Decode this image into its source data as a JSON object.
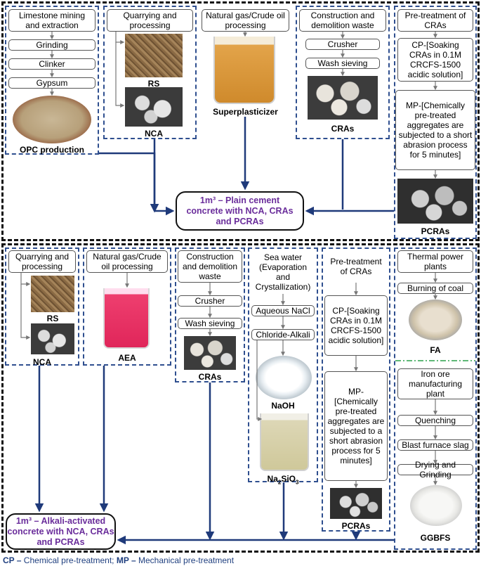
{
  "top": {
    "opc": {
      "steps": [
        "Limestone mining and extraction",
        "Grinding",
        "Clinker",
        "Gypsum"
      ],
      "label": "OPC production"
    },
    "aggregates": {
      "step": "Quarrying and processing",
      "rs": "RS",
      "nca": "NCA"
    },
    "sp": {
      "step": "Natural gas/Crude oil processing",
      "label": "Superplasticizer"
    },
    "cras": {
      "steps": [
        "Construction and demolition waste",
        "Crusher",
        "Wash sieving"
      ],
      "label": "CRAs"
    },
    "pcras": {
      "steps": [
        "Pre-treatment of CRAs",
        "CP-[Soaking CRAs in 0.1M CRCFS-1500 acidic solution]",
        "MP-[Chemically pre-treated aggregates are subjected to a short abrasion process for 5 minutes]"
      ],
      "label": "PCRAs"
    },
    "target_line1": "1m³ – Plain cement",
    "target_line2": "concrete with NCA, CRAs",
    "target_line3": "and PCRAs"
  },
  "bottom": {
    "aggregates": {
      "step": "Quarrying and processing",
      "rs": "RS",
      "nca": "NCA"
    },
    "aea": {
      "step": "Natural gas/Crude oil processing",
      "label": "AEA"
    },
    "cras": {
      "steps": [
        "Construction and demolition waste",
        "Crusher",
        "Wash sieving"
      ],
      "label": "CRAs"
    },
    "alkali": {
      "steps": [
        "Sea water (Evaporation and Crystallization)",
        "Aqueous NaCl",
        "Chloride-Alkali"
      ],
      "naoh": "NaOH",
      "nasio_main": "Na",
      "nasio_sub1": "2",
      "nasio_mid": "SiO",
      "nasio_sub2": "3"
    },
    "pcras": {
      "steps": [
        "Pre-treatment of CRAs",
        "CP-[Soaking CRAs in 0.1M CRCFS-1500 acidic solution]",
        "MP-[Chemically pre-treated aggregates are subjected to a short abrasion process for 5 minutes]"
      ],
      "label": "PCRAs"
    },
    "fa": {
      "steps": [
        "Thermal power plants",
        "Burning of coal"
      ],
      "label": "FA"
    },
    "ggbfs": {
      "steps": [
        "Iron ore manufacturing plant",
        "Quenching",
        "Blast furnace slag",
        "Drying and Grinding"
      ],
      "label": "GGBFS"
    },
    "target_line1": "1m³ – Alkali-activated",
    "target_line2": "concrete with NCA, CRAs",
    "target_line3": "and PCRAs"
  },
  "footnote": {
    "cp": "CP –",
    "cp_text": " Chemical pre-treatment; ",
    "mp": "MP –",
    "mp_text": " Mechanical pre-treatment"
  },
  "colors": {
    "arrow": "#1f3a7a",
    "accent": "#6a2d9b",
    "dash": "#2f4f8f",
    "separator": "#2aa04a"
  }
}
